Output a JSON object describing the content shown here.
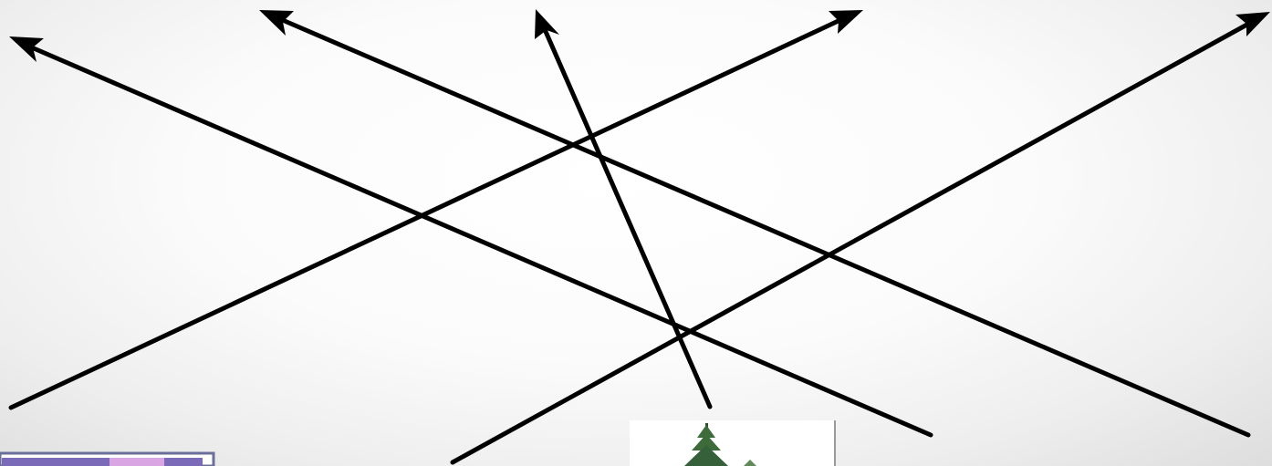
{
  "diagram": {
    "line_color": "#000000",
    "background_color": "#f7f7f7",
    "arrows": [
      {
        "name": "arrow-upper-left-long",
        "direction": "up-left"
      },
      {
        "name": "arrow-upper-left-mid",
        "direction": "up-left"
      },
      {
        "name": "arrow-up-steep",
        "direction": "up"
      },
      {
        "name": "arrow-upper-right-mid",
        "direction": "up-right"
      },
      {
        "name": "arrow-upper-right-long",
        "direction": "up-right"
      }
    ]
  },
  "partial_images": [
    {
      "name": "purple-thumbnail-edge",
      "accent": "#7b6ab8"
    },
    {
      "name": "pine-tree-image-edge",
      "accent": "#3d6b3a"
    }
  ]
}
